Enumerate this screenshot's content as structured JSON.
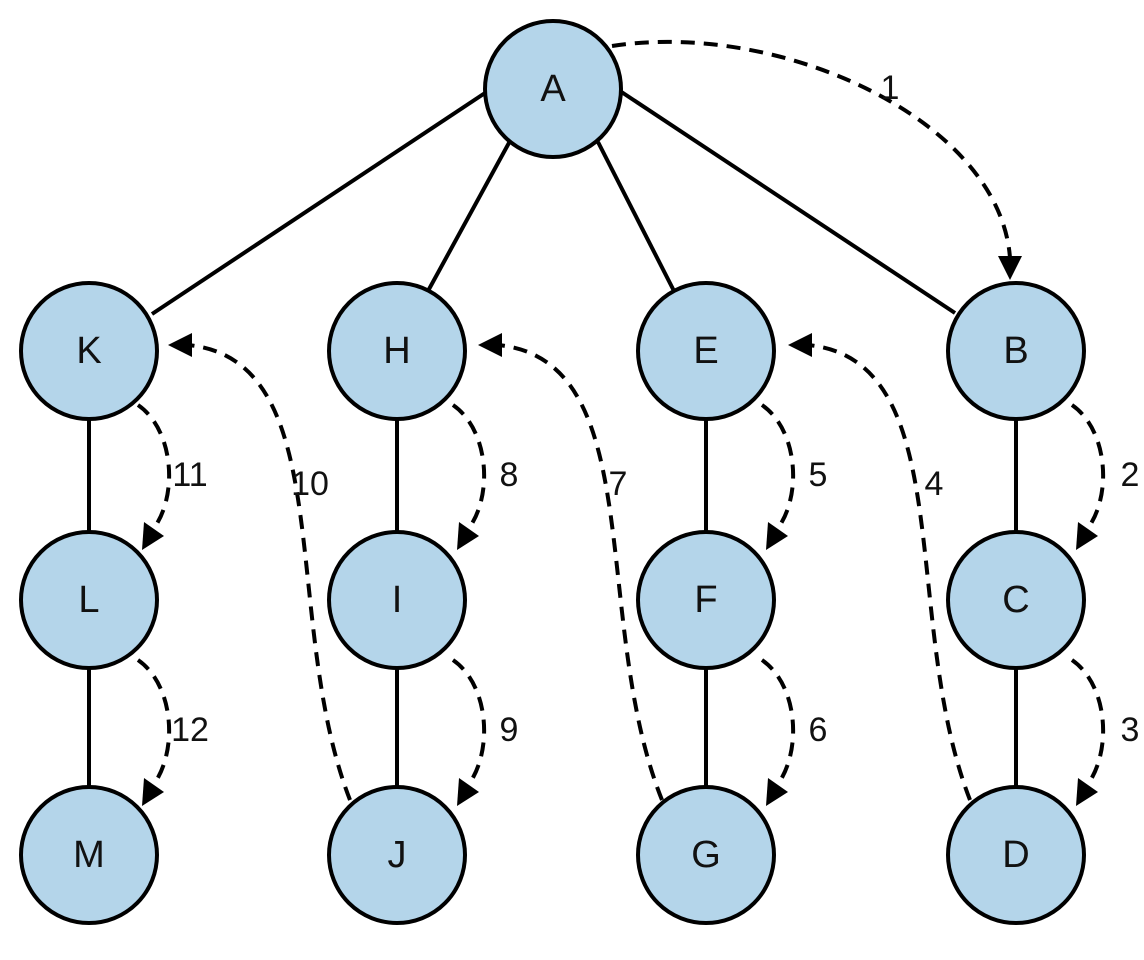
{
  "nodes": {
    "A": "A",
    "B": "B",
    "C": "C",
    "D": "D",
    "E": "E",
    "F": "F",
    "G": "G",
    "H": "H",
    "I": "I",
    "J": "J",
    "K": "K",
    "L": "L",
    "M": "M"
  },
  "edges": [
    [
      "A",
      "K"
    ],
    [
      "A",
      "H"
    ],
    [
      "A",
      "E"
    ],
    [
      "A",
      "B"
    ],
    [
      "B",
      "C"
    ],
    [
      "C",
      "D"
    ],
    [
      "E",
      "F"
    ],
    [
      "F",
      "G"
    ],
    [
      "H",
      "I"
    ],
    [
      "I",
      "J"
    ],
    [
      "K",
      "L"
    ],
    [
      "L",
      "M"
    ]
  ],
  "traversal_steps": [
    {
      "step": "1",
      "from": "A",
      "to": "B"
    },
    {
      "step": "2",
      "from": "B",
      "to": "C"
    },
    {
      "step": "3",
      "from": "C",
      "to": "D"
    },
    {
      "step": "4",
      "from": "D",
      "to": "E"
    },
    {
      "step": "5",
      "from": "E",
      "to": "F"
    },
    {
      "step": "6",
      "from": "F",
      "to": "G"
    },
    {
      "step": "7",
      "from": "G",
      "to": "H"
    },
    {
      "step": "8",
      "from": "H",
      "to": "I"
    },
    {
      "step": "9",
      "from": "I",
      "to": "J"
    },
    {
      "step": "10",
      "from": "J",
      "to": "K"
    },
    {
      "step": "11",
      "from": "K",
      "to": "L"
    },
    {
      "step": "12",
      "from": "L",
      "to": "M"
    }
  ],
  "colors": {
    "node_fill": "#b4d5ea",
    "stroke": "#000000"
  }
}
